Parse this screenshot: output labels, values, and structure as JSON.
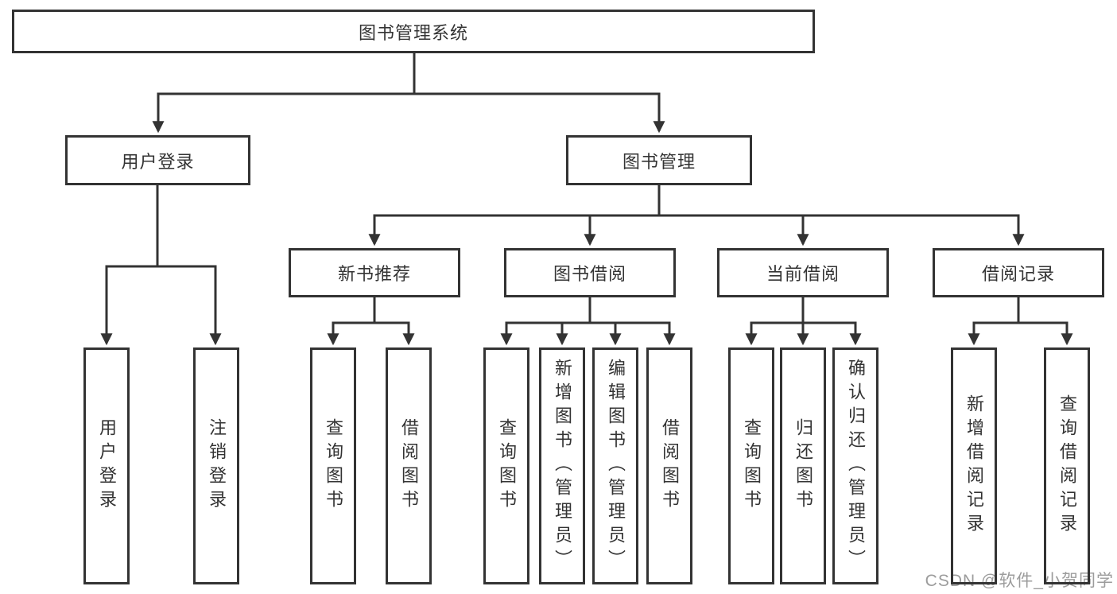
{
  "diagram": {
    "root": {
      "label": "图书管理系统"
    },
    "branches": [
      {
        "label": "用户登录",
        "children": [
          {
            "label": "用户登录"
          },
          {
            "label": "注销登录"
          }
        ]
      },
      {
        "label": "图书管理",
        "children": [
          {
            "label": "新书推荐",
            "children": [
              {
                "label": "查询图书"
              },
              {
                "label": "借阅图书"
              }
            ]
          },
          {
            "label": "图书借阅",
            "children": [
              {
                "label": "查询图书"
              },
              {
                "label": "新增图书（管理员）"
              },
              {
                "label": "编辑图书（管理员）"
              },
              {
                "label": "借阅图书"
              }
            ]
          },
          {
            "label": "当前借阅",
            "children": [
              {
                "label": "查询图书"
              },
              {
                "label": "归还图书"
              },
              {
                "label": "确认归还（管理员）"
              }
            ]
          },
          {
            "label": "借阅记录",
            "children": [
              {
                "label": "新增借阅记录"
              },
              {
                "label": "查询借阅记录"
              }
            ]
          }
        ]
      }
    ],
    "watermark": "CSDN @软件_小贺同学",
    "colors": {
      "line": "#333333",
      "box_border": "#333333",
      "box_fill": "#ffffff",
      "text": "#333333",
      "watermark_text": "#9c9c9c",
      "background": "#ffffff"
    }
  }
}
